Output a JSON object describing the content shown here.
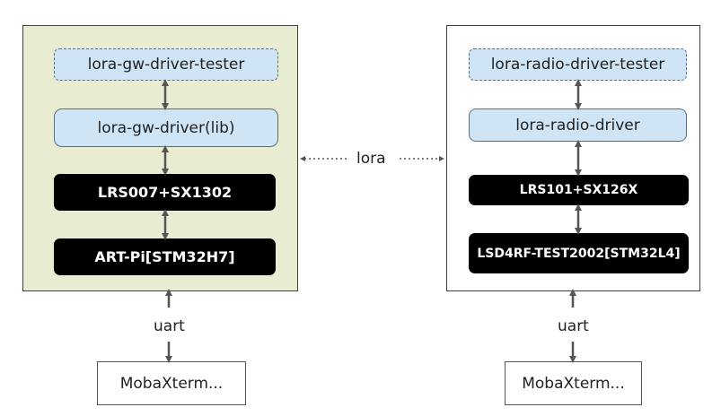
{
  "left": {
    "tester": "lora-gw-driver-tester",
    "driver": "lora-gw-driver(lib)",
    "radio": "LRS007+SX1302",
    "board": "ART-Pi[STM32H7]",
    "link": "uart",
    "terminal": "MobaXterm..."
  },
  "right": {
    "tester": "lora-radio-driver-tester",
    "driver": "lora-radio-driver",
    "radio": "LRS101+SX126X",
    "board": "LSD4RF-TEST2002[STM32L4]",
    "link": "uart",
    "terminal": "MobaXterm..."
  },
  "middle": {
    "link": "lora"
  },
  "colors": {
    "left_panel": "#e8ecd0",
    "node_fill": "#cfe5f6",
    "hw_fill": "#000000"
  }
}
